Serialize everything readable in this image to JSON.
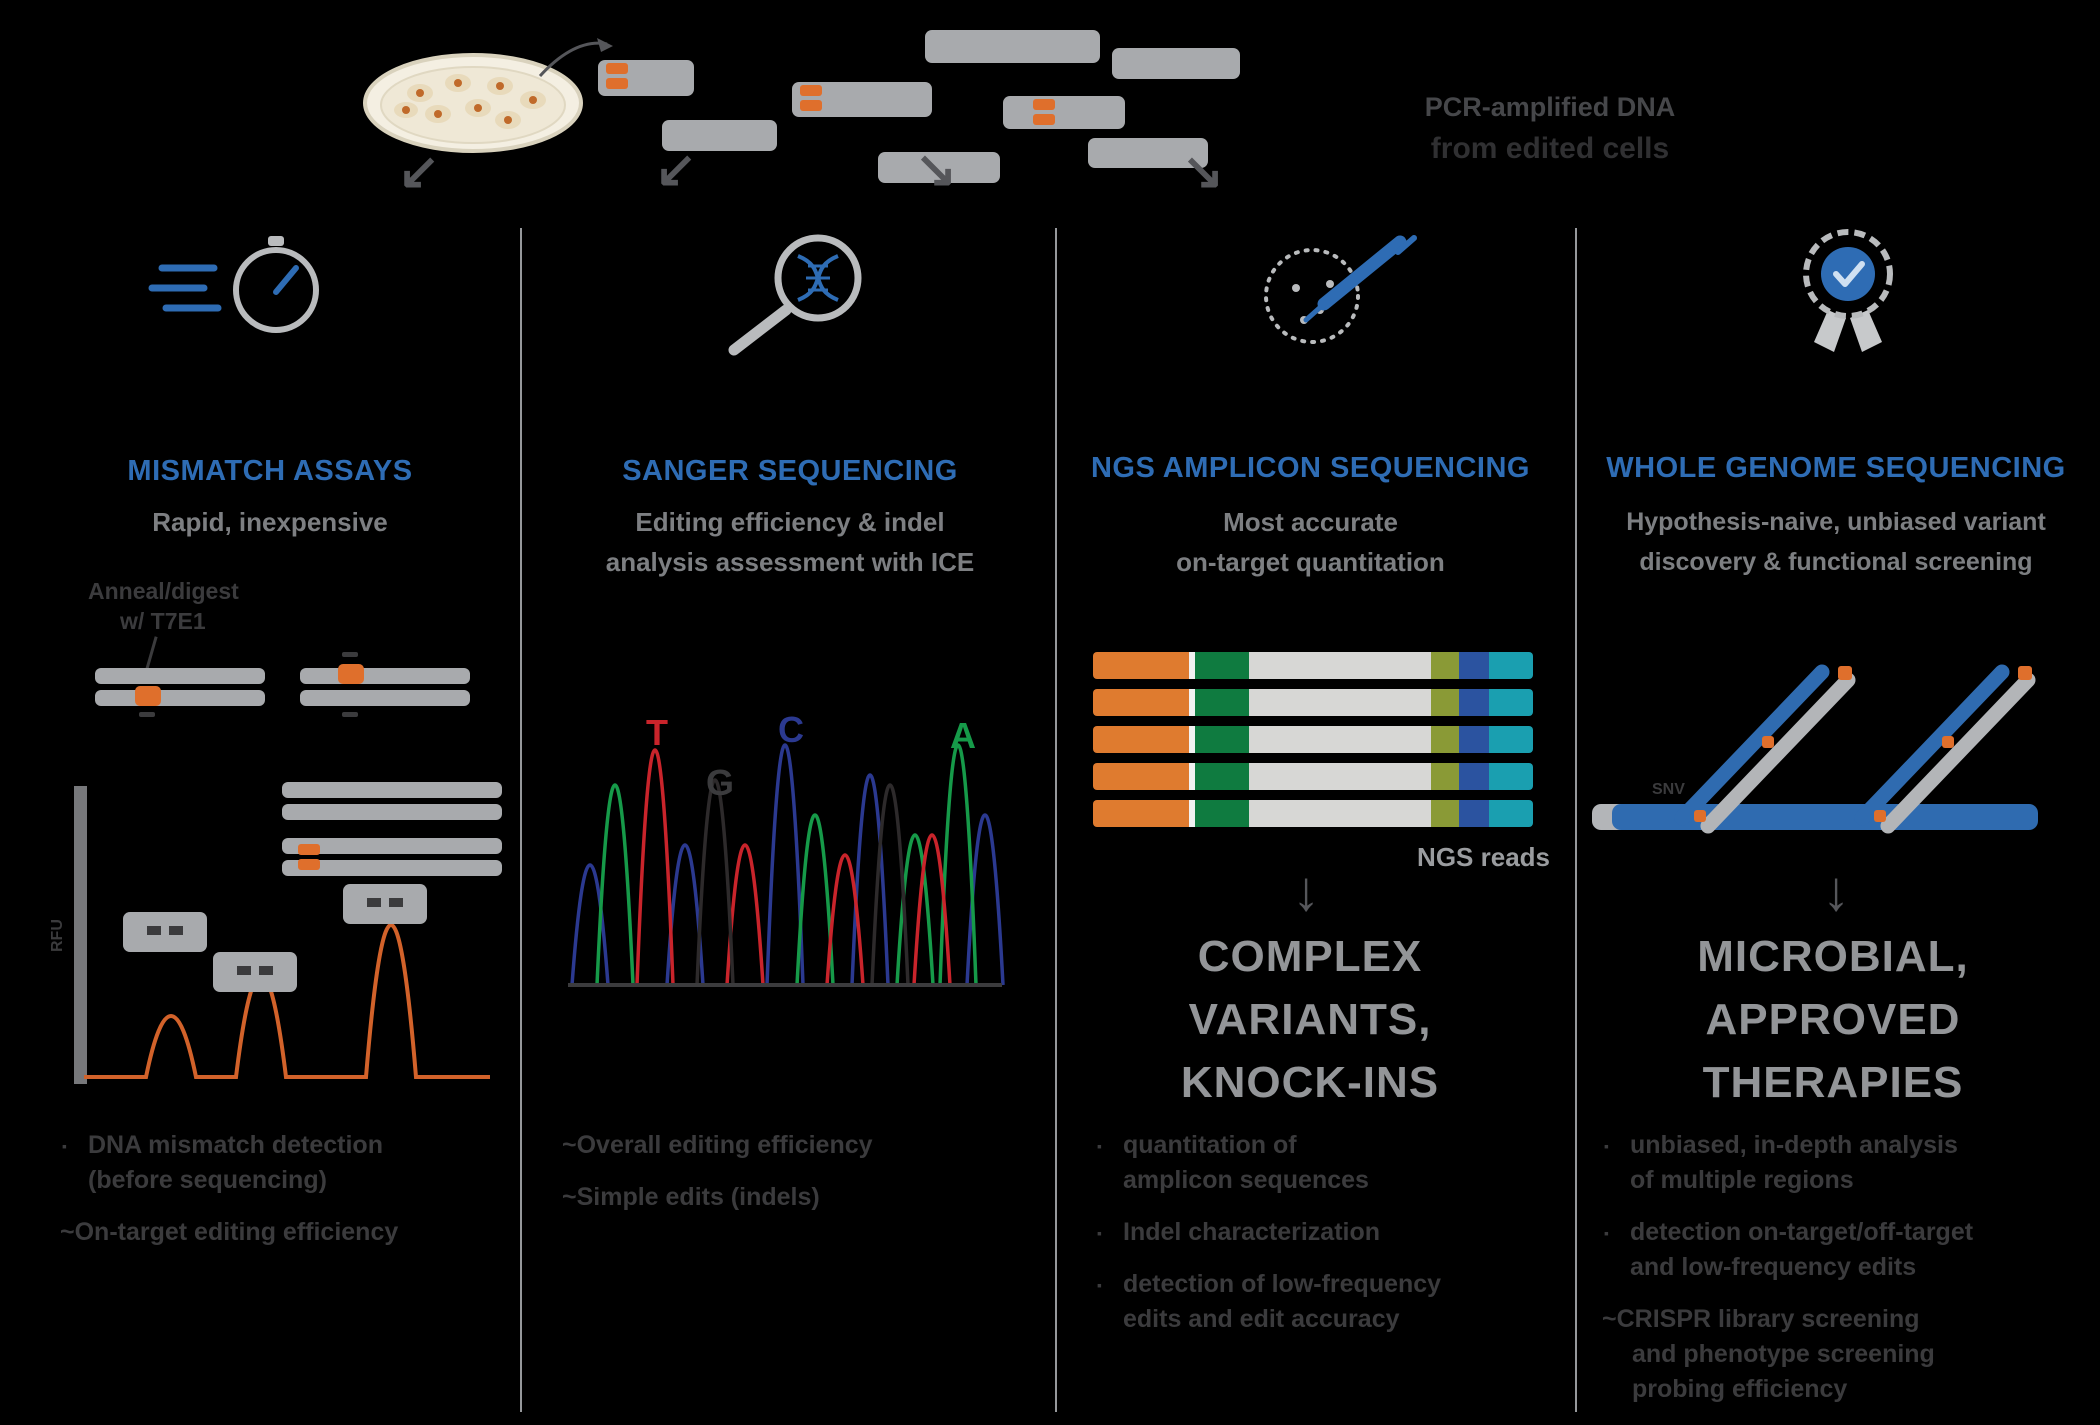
{
  "colors": {
    "accent_blue": "#2e6cb4",
    "orange": "#df6f2c",
    "bar_gray": "#a8aaad",
    "dark_text": "#3b3b3d",
    "subtitle_gray": "#7d7f82",
    "big_text_gray": "#939598",
    "trace_red": "#c9242b",
    "trace_green": "#169a49",
    "trace_blue": "#2b3990",
    "segment_teal": "#1a9fb0"
  },
  "icons": {
    "col1": "speed-gauge-icon",
    "col2": "magnifier-dna-icon",
    "col3": "pipette-dish-icon",
    "col4": "award-check-icon"
  },
  "top": {
    "pcr_line1": "PCR-amplified DNA",
    "pcr_line2": "from edited cells"
  },
  "columns": [
    {
      "title": "MISMATCH ASSAYS",
      "subtitle1": "Rapid, inexpensive",
      "subtitle2": "",
      "diagram": {
        "label1": "Anneal/digest",
        "label2": "w/ T7E1",
        "axis_label": "RFU"
      },
      "bullets": [
        [
          "DNA mismatch detection",
          "(before sequencing)"
        ],
        [
          "~On-target editing efficiency"
        ]
      ]
    },
    {
      "title": "SANGER SEQUENCING",
      "subtitle1": "Editing efficiency & indel",
      "subtitle2": "analysis assessment with ICE",
      "diagram": {
        "base_t": "T",
        "base_g": "G",
        "base_c": "C",
        "base_a": "A"
      },
      "bullets": [
        [
          "~Overall editing efficiency"
        ],
        [
          "~Simple edits (indels)"
        ]
      ]
    },
    {
      "title": "NGS AMPLICON SEQUENCING",
      "subtitle1": "Most accurate",
      "subtitle2": "on-target quantitation",
      "diagram": {
        "reads_label": "NGS reads"
      },
      "outcome": [
        "COMPLEX",
        "VARIANTS,",
        "KNOCK-INS"
      ],
      "bullets": [
        [
          "quantitation of",
          "amplicon sequences"
        ],
        [
          "Indel characterization"
        ],
        [
          "detection of low-frequency",
          "edits and edit accuracy"
        ]
      ]
    },
    {
      "title": "WHOLE GENOME SEQUENCING",
      "subtitle1": "Hypothesis-naive, unbiased variant",
      "subtitle2": "discovery & functional screening",
      "diagram": {
        "variant_label": "SNV"
      },
      "outcome": [
        "MICROBIAL,",
        "APPROVED",
        "THERAPIES"
      ],
      "bullets": [
        [
          "unbiased, in-depth analysis",
          "of multiple regions"
        ],
        [
          "detection on-target/off-target",
          "and low-frequency edits"
        ],
        [
          "~CRISPR library screening",
          "and phenotype screening",
          "probing efficiency"
        ]
      ]
    }
  ]
}
